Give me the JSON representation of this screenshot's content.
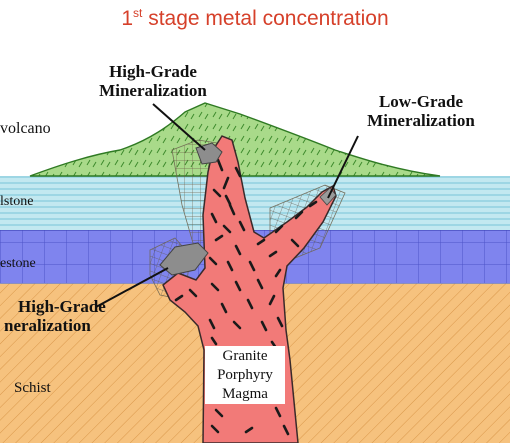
{
  "title": {
    "sup": "st",
    "pre": "1",
    "post": " stage metal concentration"
  },
  "labels": {
    "hg_top_1": "High-Grade",
    "hg_top_2": "Mineralization",
    "lg_1": "Low-Grade",
    "lg_2": "Mineralization",
    "hg_left_1": "High-Grade",
    "hg_left_2": "neralization",
    "volcano": "volcano",
    "siltstone": "lstone",
    "limestone": "estone",
    "schist": "Schist",
    "magma_1": "Granite",
    "magma_2": "Porphyry",
    "magma_3": "Magma"
  },
  "colors": {
    "title": "#d6402a",
    "volcano_fill": "#a8d98a",
    "siltstone_fill": "#bfe6ee",
    "limestone_fill": "#7d82ee",
    "schist_fill": "#f4c27c",
    "magma_fill": "#f07a78",
    "ore_grey": "#8c8c8c"
  }
}
